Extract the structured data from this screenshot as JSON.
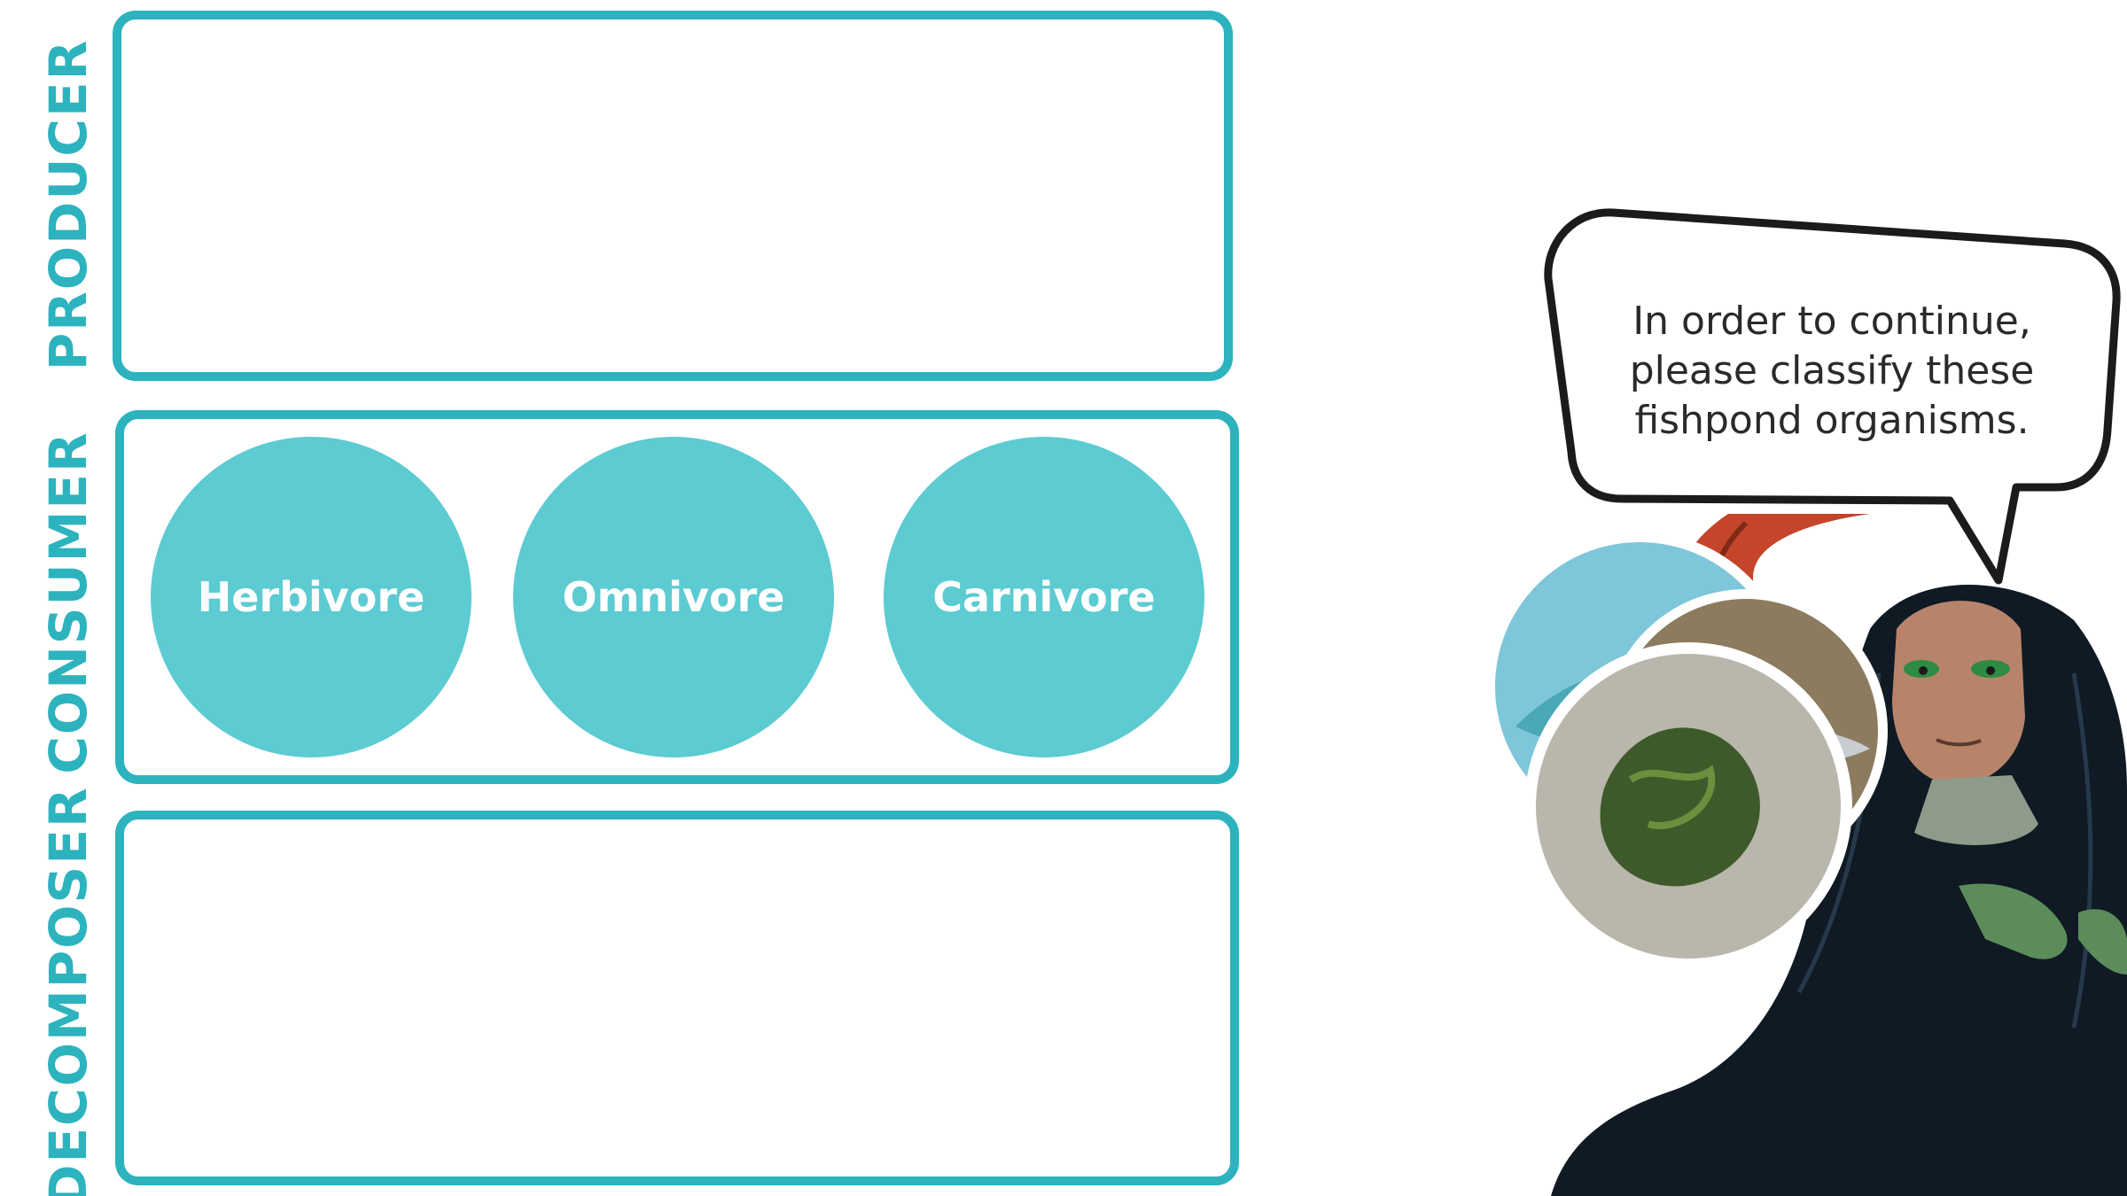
{
  "rows": {
    "producer": "PRODUCER",
    "consumer": "CONSUMER",
    "decomposer": "DECOMPOSER"
  },
  "consumer_types": [
    "Herbivore",
    "Omnivore",
    "Carnivore"
  ],
  "speech_bubble": {
    "lines": [
      "In order to continue,",
      "please classify these",
      "fishpond organisms."
    ]
  },
  "colors": {
    "accent": "#2cb3be",
    "circle_fill": "#5ccbd2",
    "text_dark": "#2a2a2a"
  },
  "icons": {
    "character": "guide-character-illustration",
    "cards": [
      "fish-photo-card",
      "mullet-photo-card",
      "seaweed-photo-card"
    ]
  }
}
